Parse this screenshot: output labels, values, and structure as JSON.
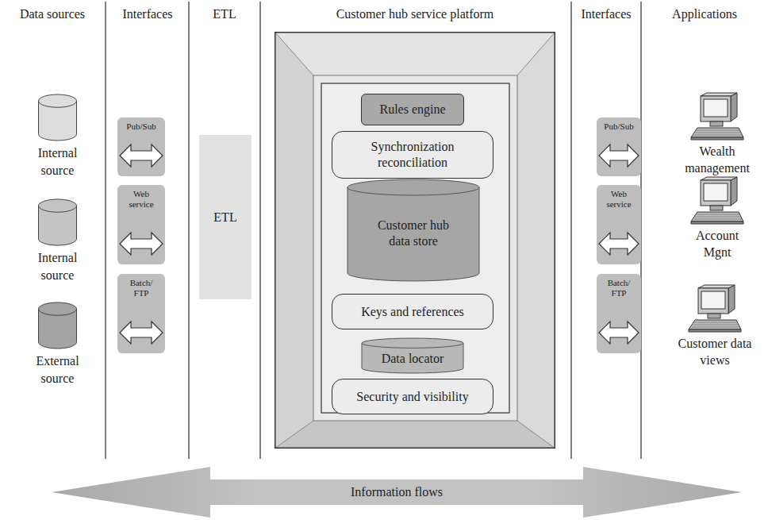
{
  "diagram": {
    "nodes": [
      {
        "text": [
          "Internal source"
        ]
      },
      {
        "text": [
          "Internal source"
        ]
      },
      {
        "text": [
          "External source"
        ]
      },
      {
        "text": [
          "Pub/Sub"
        ]
      },
      {
        "text": [
          "Web service"
        ]
      },
      {
        "text": [
          "Batch/ FTP"
        ]
      },
      {
        "text": [
          "ETL"
        ]
      },
      {
        "text": [
          "Customer hub service platform"
        ]
      },
      {
        "text": [
          "Rules engine"
        ],
        "in": 7
      },
      {
        "text": [
          "Synchronization reconciliation"
        ],
        "in": 7
      },
      {
        "text": [
          "Customer hub data store"
        ],
        "in": 7
      },
      {
        "text": [
          "Keys and references"
        ],
        "in": 7
      },
      {
        "text": [
          "Data locator"
        ],
        "in": 7
      },
      {
        "text": [
          "Security and visibility"
        ],
        "in": 7
      },
      {
        "text": [
          "Pub/Sub"
        ]
      },
      {
        "text": [
          "Web service"
        ]
      },
      {
        "text": [
          "Batch/ FTP"
        ]
      },
      {
        "text": [
          "Wealth management"
        ]
      },
      {
        "text": [
          "Account Mgnt"
        ]
      },
      {
        "text": [
          "Customer data views"
        ]
      },
      {
        "text": [
          "Information flows"
        ]
      }
    ],
    "labels": [
      "Data sources",
      "Interfaces",
      "ETL",
      "Interfaces",
      "Applications"
    ]
  }
}
